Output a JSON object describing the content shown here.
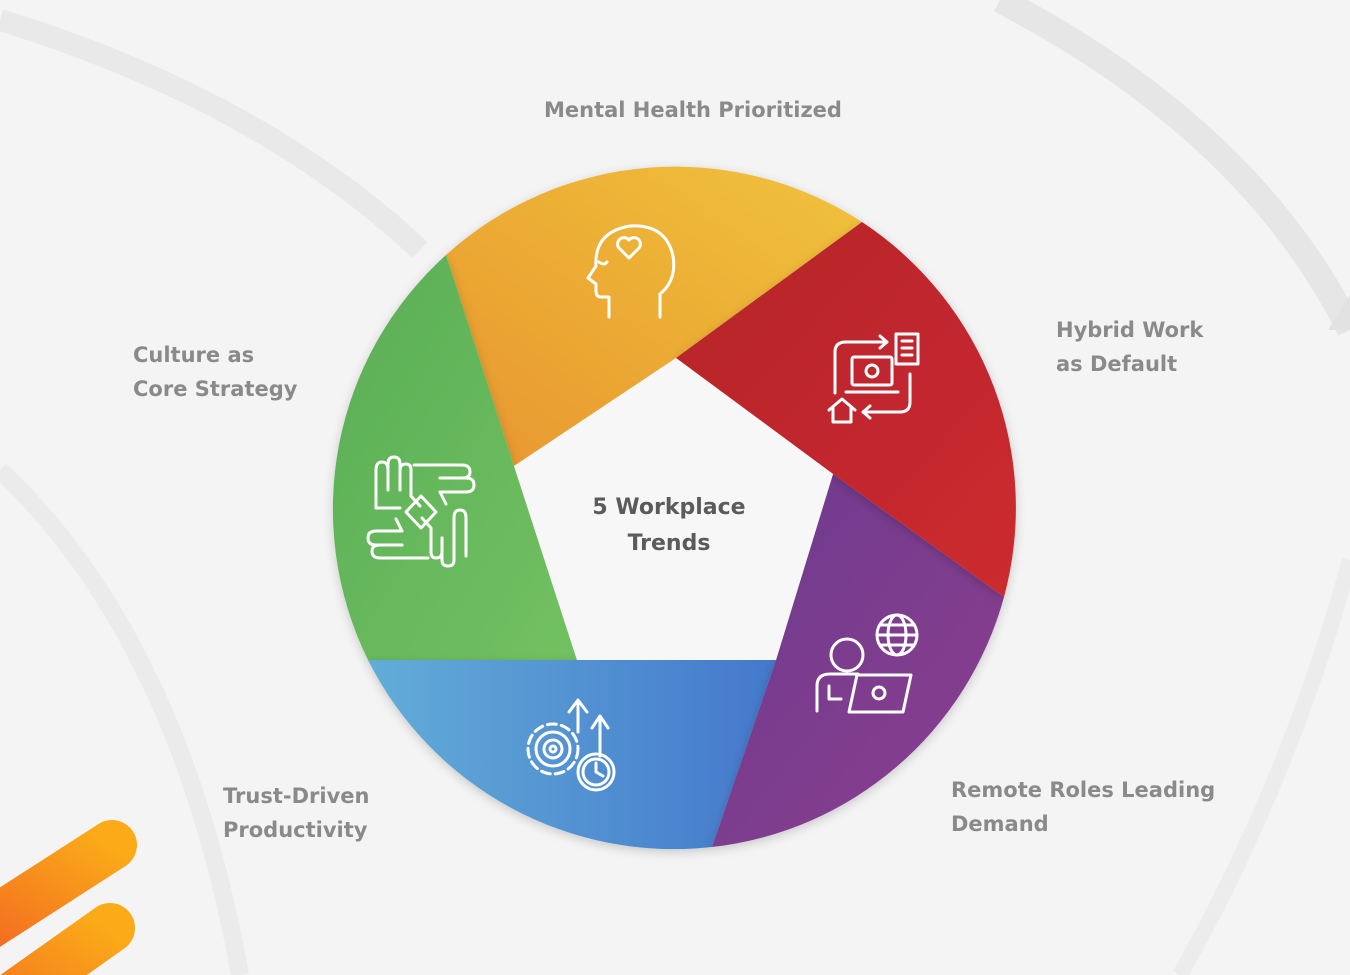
{
  "diagram": {
    "title_line1": "5 Workplace",
    "title_line2": "Trends",
    "segments": [
      {
        "id": "mental-health",
        "line1": "Mental Health Prioritized",
        "line2": "",
        "icon": "head-heart-icon",
        "color_a": "#e8962e",
        "color_b": "#f0c33c"
      },
      {
        "id": "hybrid-work",
        "line1": "Hybrid Work",
        "line2": "as Default",
        "icon": "hybrid-work-icon",
        "color_a": "#b8262c",
        "color_b": "#c72a2f"
      },
      {
        "id": "remote-roles",
        "line1": "Remote Roles Leading",
        "line2": "Demand",
        "icon": "remote-worker-globe-icon",
        "color_a": "#6e3a8c",
        "color_b": "#8b3f8f"
      },
      {
        "id": "trust-driven",
        "line1": "Trust-Driven",
        "line2": "Productivity",
        "icon": "gear-growth-clock-icon",
        "color_a": "#5ea8d8",
        "color_b": "#4a7fcc"
      },
      {
        "id": "culture",
        "line1": "Culture as",
        "line2": "Core Strategy",
        "icon": "joined-hands-icon",
        "color_a": "#62b25a",
        "color_b": "#6fbf5e"
      }
    ]
  },
  "colors": {
    "background": "#f4f4f4",
    "label_text": "#8a8a8a",
    "center_text": "#5b5b5b",
    "accent_orange": "#f7931e"
  }
}
